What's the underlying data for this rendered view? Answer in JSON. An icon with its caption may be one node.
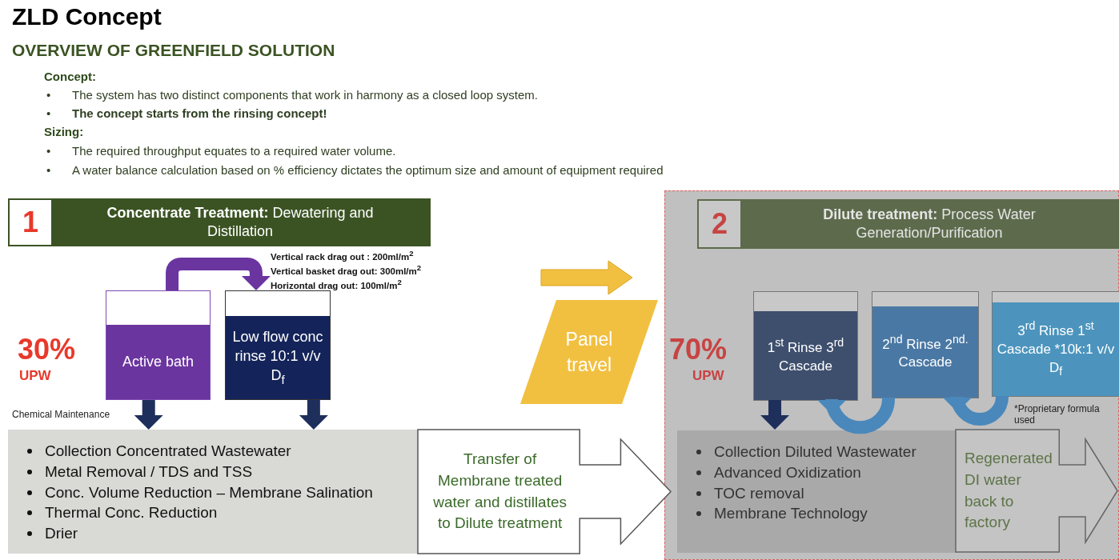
{
  "diagram": {
    "title": "ZLD Concept",
    "nodes": [
      {
        "text": [
          "1",
          "**Concentrate Treatment:** Dewatering and Distillation"
        ]
      },
      {
        "text": [
          "Active bath"
        ]
      },
      {
        "text": [
          "Low flow conc rinse 10:1 v/v D$_{f}$"
        ]
      },
      {
        "text": [
          "Collection Concentrated Wastewater",
          "Metal Removal / TDS and TSS",
          "Conc. Volume Reduction – Membrane Salination",
          "Thermal Conc. Reduction",
          "Drier"
        ]
      },
      {
        "text": [
          "Panel travel"
        ]
      },
      {
        "text": [],
        "shape": "box"
      },
      {
        "text": [
          "2",
          "**Dilute treatment:** Process Water Generation/Purification"
        ],
        "in": 5
      },
      {
        "text": [
          "1$^{st}$ Rinse 3$^{rd}$ Cascade"
        ],
        "in": 5
      },
      {
        "text": [
          "2$^{nd}$ Rinse 2$^{nd.}$ Cascade"
        ],
        "in": 5
      },
      {
        "text": [
          "3$^{rd}$ Rinse 1$^{st}$ Cascade *10k:1 v/v D$_{f}$"
        ],
        "in": 5,
        "beside": [
          "*Proprietary formula used"
        ]
      },
      {
        "text": [
          "Collection Diluted Wastewater",
          "Advanced Oxidization",
          "TOC removal",
          "Membrane Technology"
        ],
        "in": 5
      }
    ],
    "edges": [
      {
        "from": 1,
        "to": 2,
        "arrow": "to",
        "color": "#6b35a0"
      },
      {
        "from": 1,
        "to": 3,
        "arrow": "to"
      },
      {
        "from": 2,
        "to": 3,
        "arrow": "to"
      },
      {
        "from": 7,
        "to": 10,
        "arrow": "to"
      },
      {
        "from": 9,
        "to": 8,
        "arrow": "to",
        "color": "#4a88bb"
      },
      {
        "from": 8,
        "to": 7,
        "arrow": "to",
        "color": "#4a88bb"
      },
      {
        "from": 3,
        "to": 10,
        "arrow": "to",
        "label": "Transfer of Membrane treated water and distillates to Dilute treatment",
        "color": "#555555"
      },
      {
        "from": 10,
        "to": null,
        "arrow": "to",
        "label": "Regenerated DI water back to factory",
        "color": "#666666"
      }
    ],
    "labels": [
      "OVERVIEW OF GREENFIELD SOLUTION",
      "Concept:",
      "•",
      "The system has two distinct components that work in harmony as a closed loop system.",
      "•",
      "The concept starts from the rinsing concept!",
      "Sizing:",
      "•",
      "The required throughput equates to a required water volume.",
      "•",
      "A water balance calculation based on % efficiency dictates the optimum size and amount of equipment required",
      "Vertical rack drag out : 200ml/m$^{2}$",
      "Vertical basket drag out: 300ml/m$^{2}$",
      "Horizontal drag out: 100ml/m$^{2}$",
      "30%",
      "UPW",
      "Chemical Maintenance",
      "70%",
      "UPW"
    ]
  }
}
